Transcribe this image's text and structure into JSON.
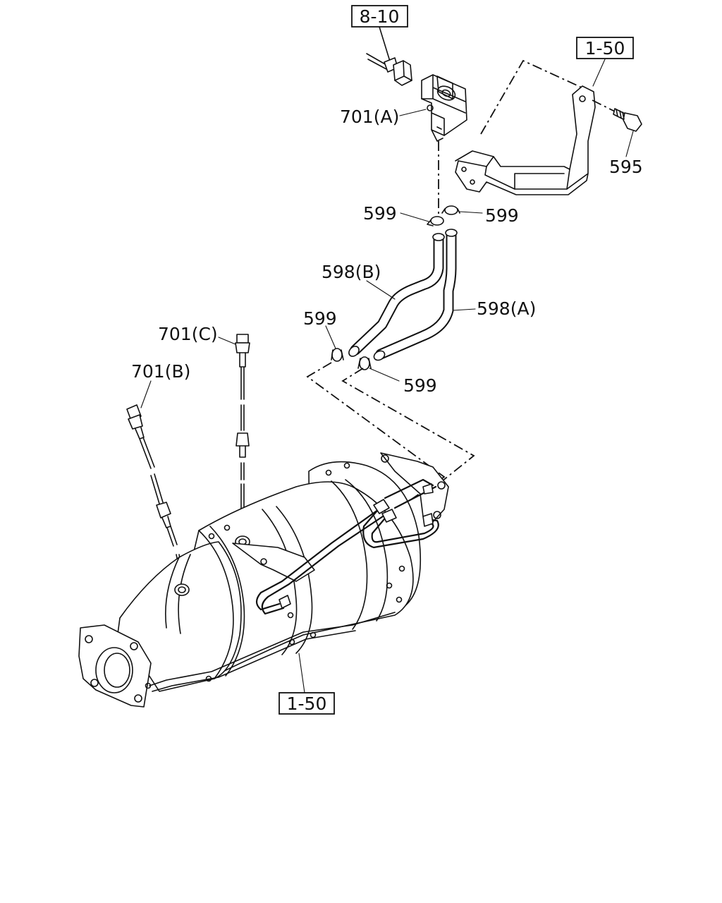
{
  "diagram": {
    "refs": {
      "ref_8_10": "8-10",
      "ref_1_50_top": "1-50",
      "ref_1_50_bottom": "1-50"
    },
    "labels": {
      "p701a": "701(A)",
      "p595": "595",
      "p599_left_top": "599",
      "p599_right_top": "599",
      "p598b": "598(B)",
      "p598a": "598(A)",
      "p599_left_mid": "599",
      "p599_bottom": "599",
      "p701c": "701(C)",
      "p701b": "701(B)"
    }
  }
}
